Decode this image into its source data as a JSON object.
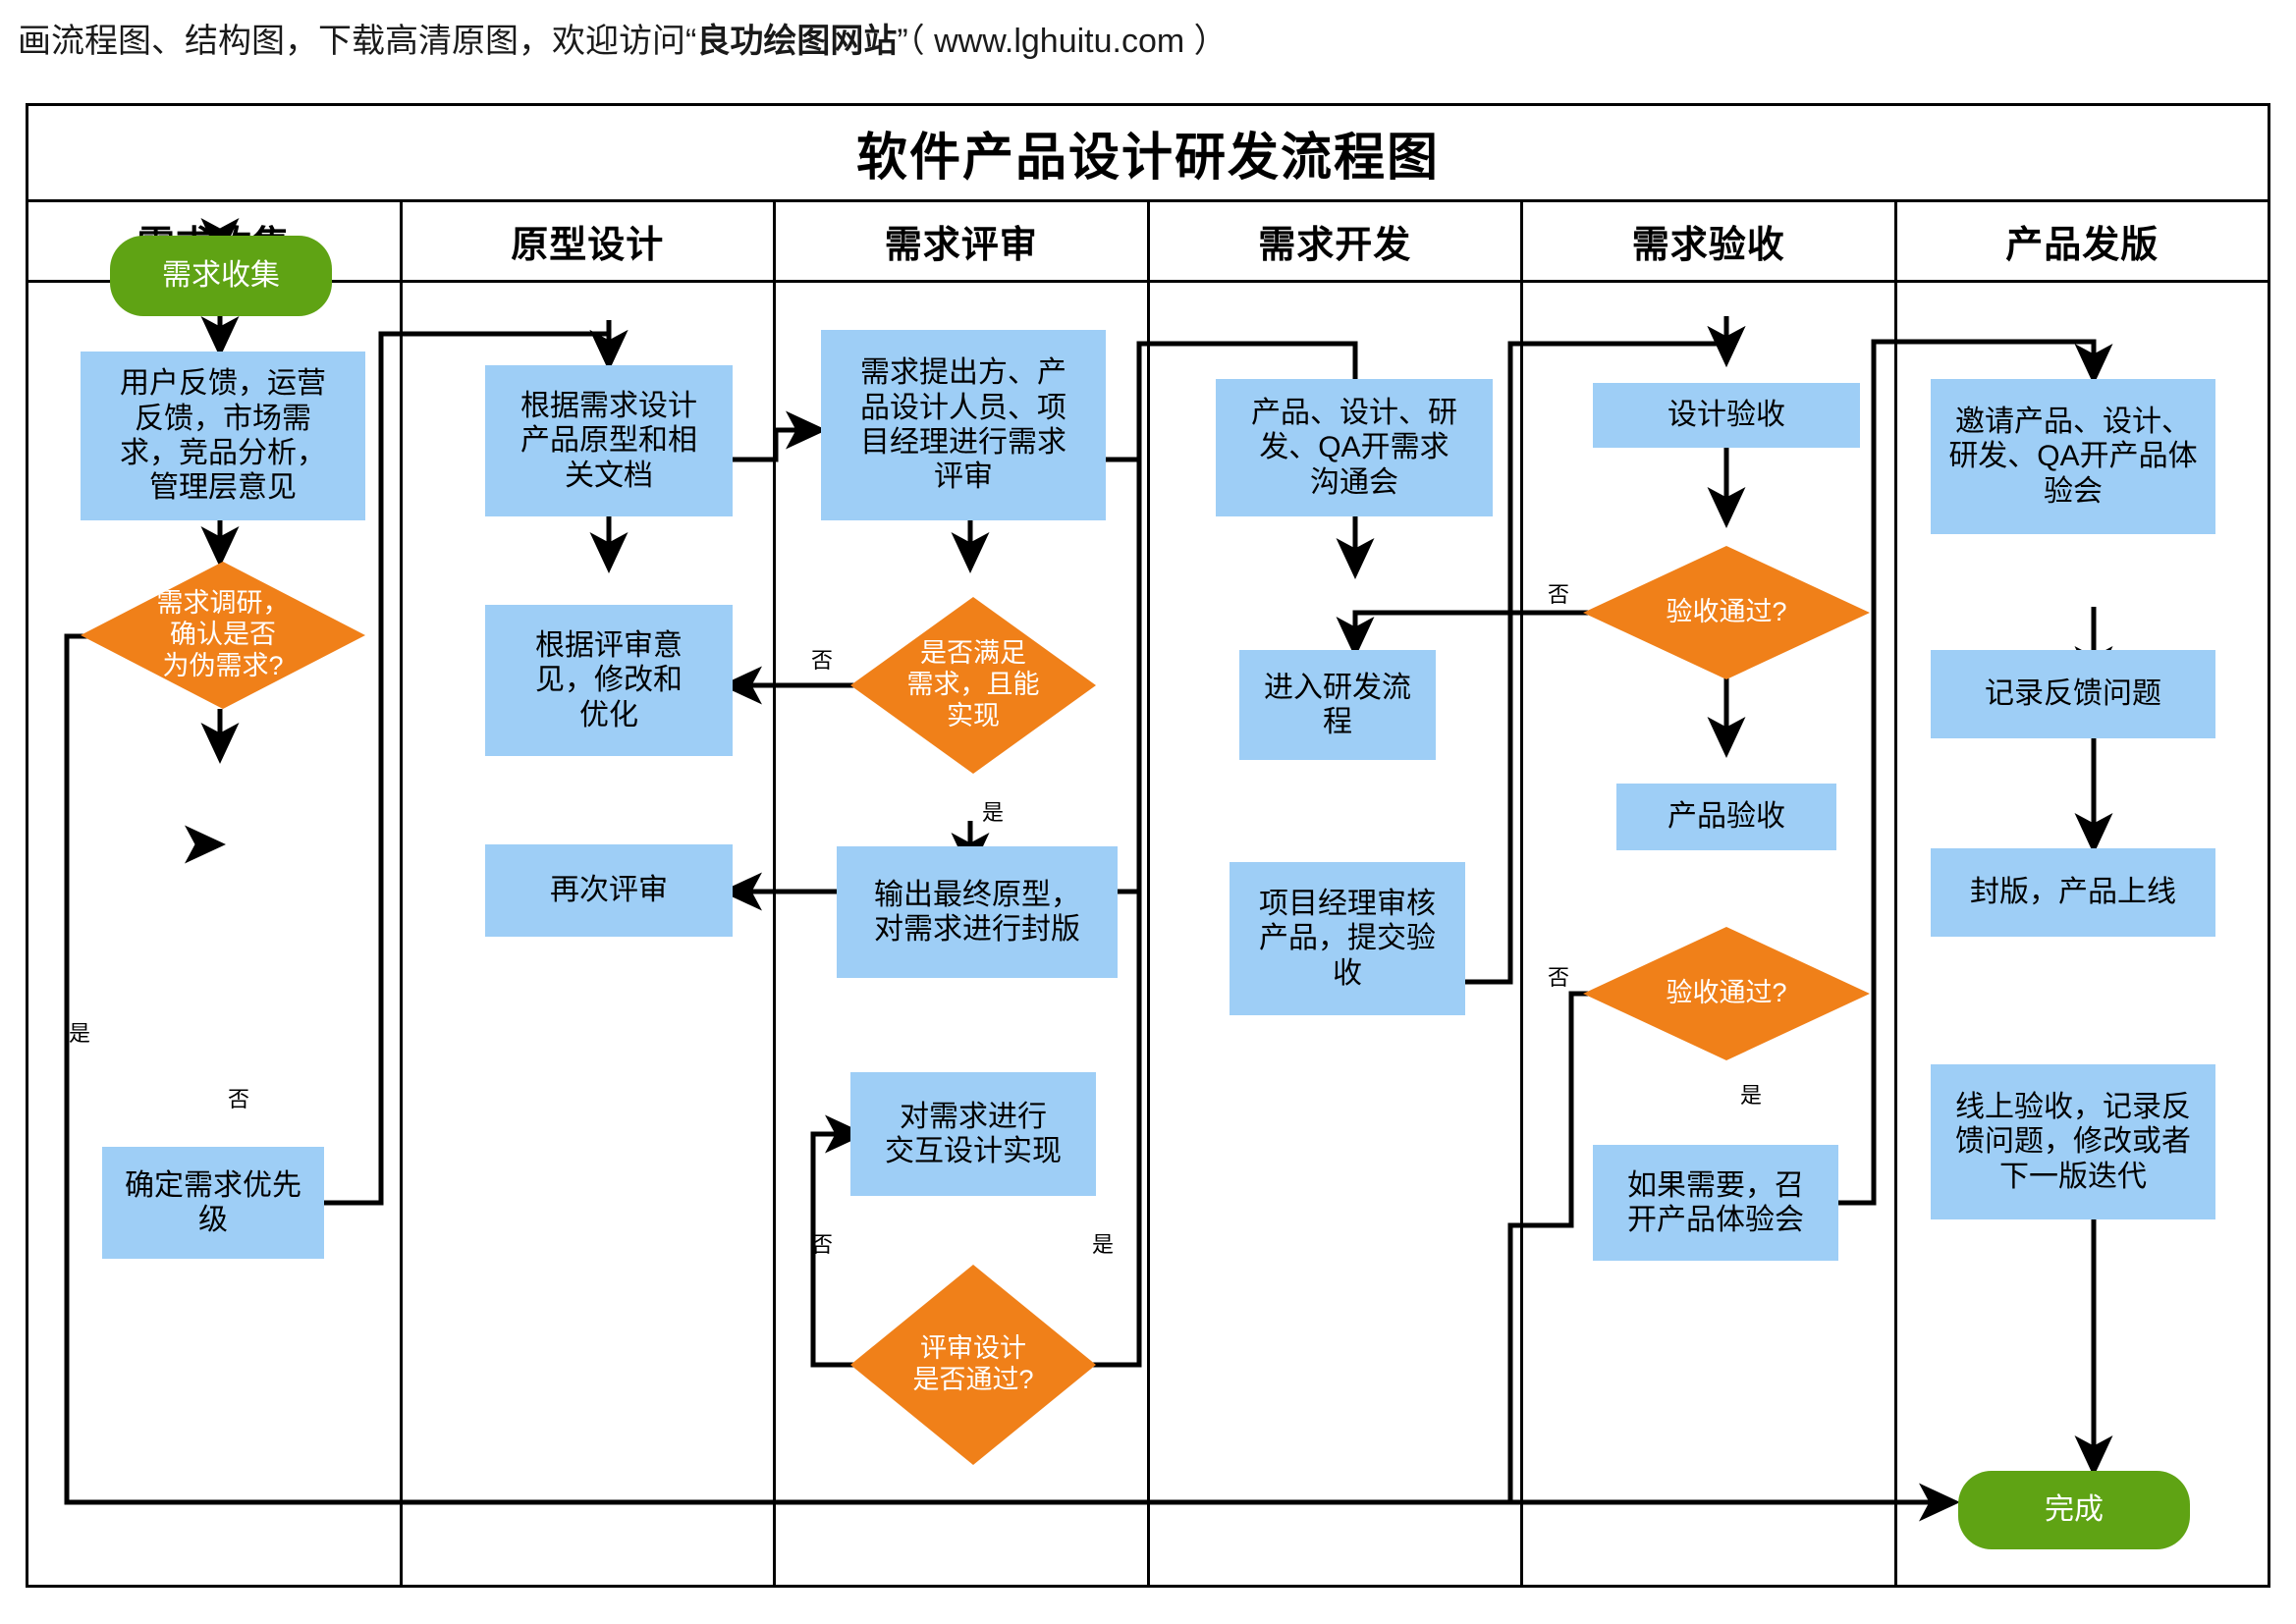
{
  "watermark": {
    "prefix": "画流程图、结构图，下载高清原图，欢迎访问“",
    "site": "良功绘图网站",
    "suffix": "”（ www.lghuitu.com ）"
  },
  "title": "软件产品设计研发流程图",
  "colors": {
    "process": "#9ECEF6",
    "decision": "#F08019",
    "terminator": "#5FA314",
    "line": "#000000",
    "frame": "#000000"
  },
  "lanes": [
    {
      "header": "需求收集"
    },
    {
      "header": "原型设计"
    },
    {
      "header": "需求评审"
    },
    {
      "header": "需求开发"
    },
    {
      "header": "需求验收"
    },
    {
      "header": "产品发版"
    }
  ],
  "nodes": {
    "start": "需求收集",
    "collect_sources": "用户反馈，运营\n反馈，市场需\n求，竞品分析，\n管理层意见",
    "research_decision": "需求调研，\n确认是否\n为伪需求?",
    "priority": "确定需求优先\n级",
    "proto_design": "根据需求设计\n产品原型和相\n关文档",
    "proto_revise": "根据评审意\n见，修改和\n优化",
    "proto_rereview": "再次评审",
    "review_meeting": "需求提出方、产\n品设计人员、项\n目经理进行需求\n评审",
    "review_decision": "是否满足\n需求，且能\n实现",
    "final_proto": "输出最终原型，\n对需求进行封版",
    "interaction_design": "对需求进行\n交互设计实现",
    "design_review_decision": "评审设计\n是否通过?",
    "dev_kickoff": "产品、设计、研\n发、QA开需求\n沟通会",
    "dev_process": "进入研发流\n程",
    "pm_review": "项目经理审核\n产品，提交验\n收",
    "design_accept": "设计验收",
    "accept_decision_1": "验收通过?",
    "product_accept": "产品验收",
    "accept_decision_2": "验收通过?",
    "experience_meeting": "如果需要，召\n开产品体验会",
    "invite_experience": "邀请产品、设计、\n研发、QA开产品体\n验会",
    "record_feedback": "记录反馈问题",
    "seal_release": "封版，产品上线",
    "online_accept": "线上验收，记录反\n馈问题，修改或者\n下一版迭代",
    "finish": "完成"
  },
  "edge_labels": {
    "research_yes": "是",
    "research_no": "否",
    "review_no": "否",
    "review_yes": "是",
    "design_review_no": "否",
    "design_review_yes": "是",
    "accept1_no": "否",
    "accept2_no": "否",
    "accept2_yes": "是"
  }
}
